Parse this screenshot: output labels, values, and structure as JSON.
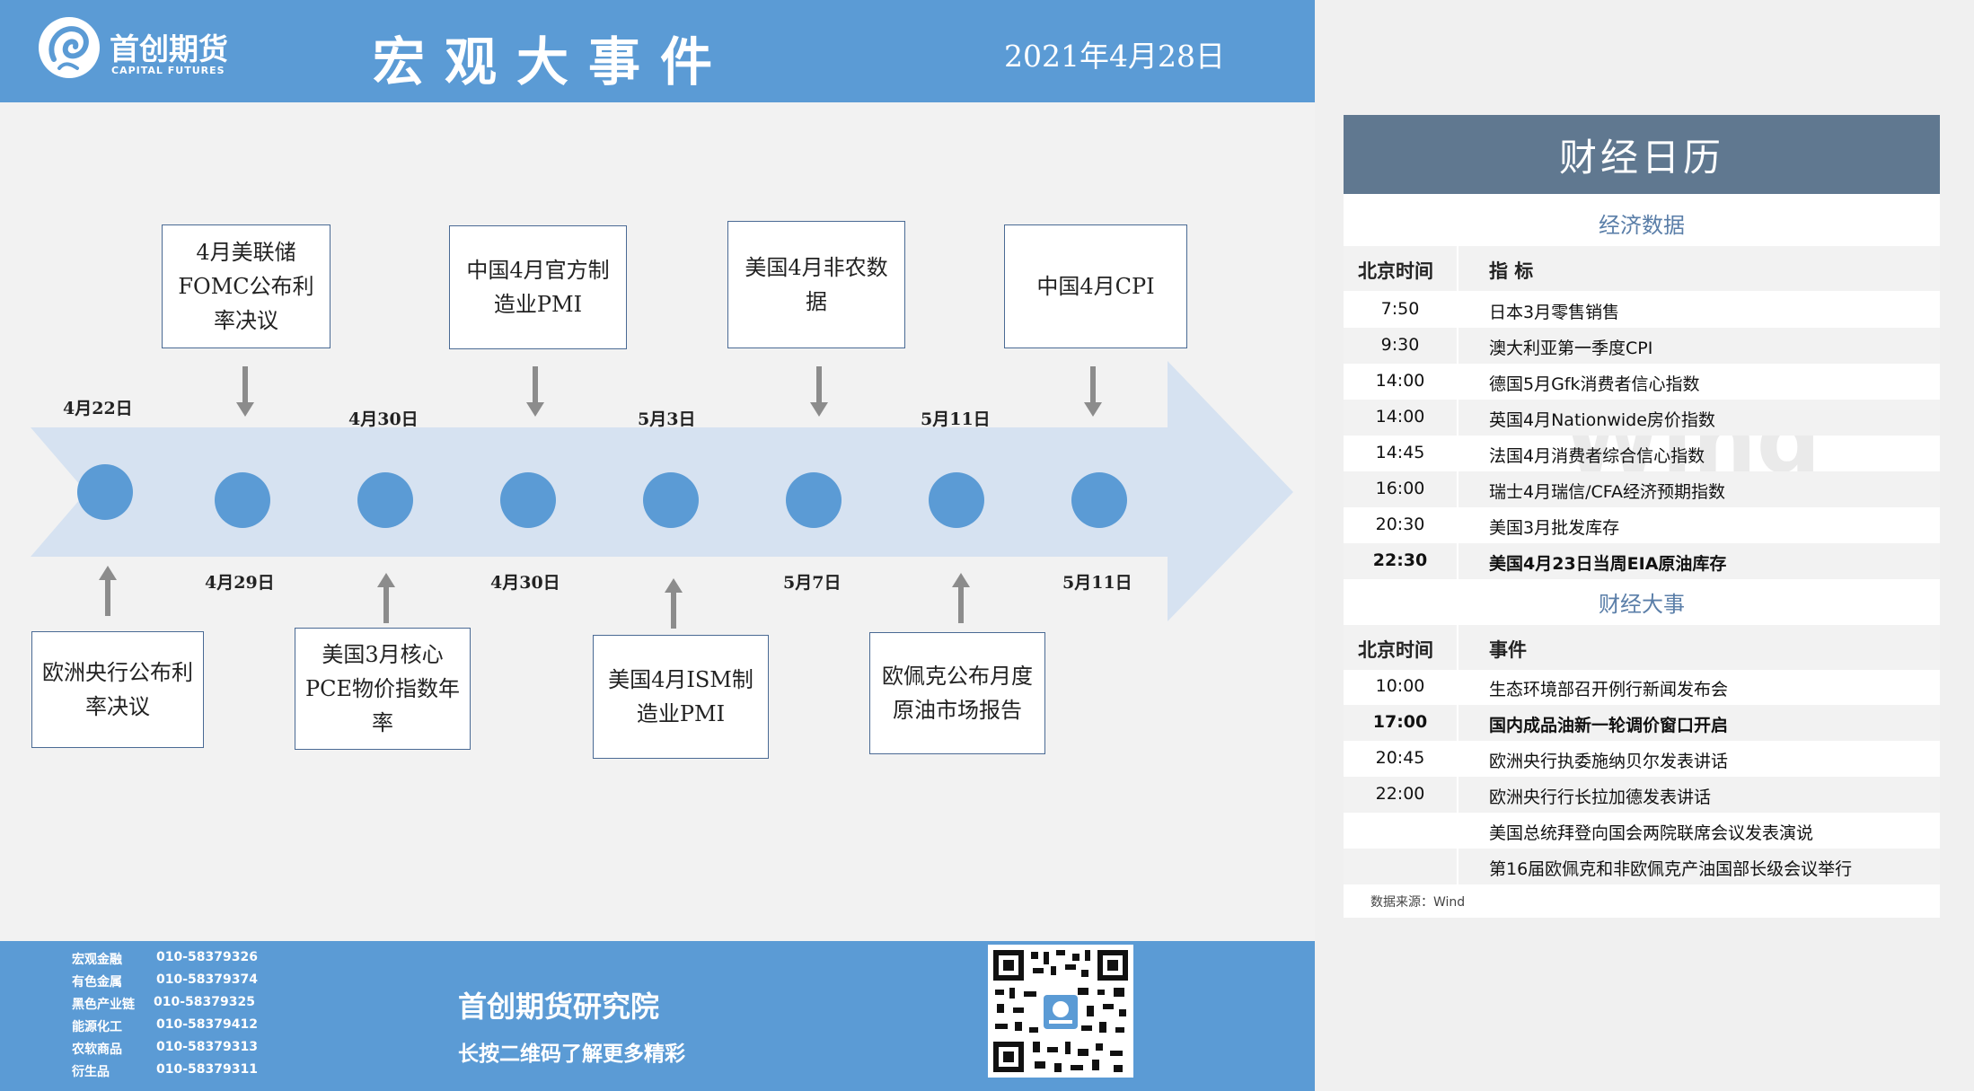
{
  "header": {
    "brand_name": "首创期货",
    "brand_en": "CAPITAL FUTURES",
    "title": "宏观大事件",
    "date": "2021年4月28日"
  },
  "timeline": {
    "top_events": [
      {
        "label": "4月美联储FOMC公布利率决议",
        "date": "4月29日"
      },
      {
        "label": "中国4月官方制造业PMI",
        "date": "4月30日"
      },
      {
        "label": "美国4月非农数据",
        "date": "5月7日"
      },
      {
        "label": "中国4月CPI",
        "date": "5月11日"
      }
    ],
    "bottom_events": [
      {
        "label": "欧洲央行公布利率决议",
        "date": "4月22日"
      },
      {
        "label": "美国3月核心PCE物价指数年率",
        "date": "4月30日"
      },
      {
        "label": "美国4月ISM制造业PMI",
        "date": "5月3日"
      },
      {
        "label": "欧佩克公布月度原油市场报告",
        "date": "5月11日"
      }
    ]
  },
  "footer": {
    "contacts": [
      {
        "name": "宏观金融",
        "phone": "010-58379326"
      },
      {
        "name": "有色金属",
        "phone": "010-58379374"
      },
      {
        "name": "黑色产业链",
        "phone": "010-58379325"
      },
      {
        "name": "能源化工",
        "phone": "010-58379412"
      },
      {
        "name": "农软商品",
        "phone": "010-58379313"
      },
      {
        "name": "衍生品",
        "phone": "010-58379311"
      }
    ],
    "institute": "首创期货研究院",
    "scan_tip": "长按二维码了解更多精彩"
  },
  "calendar": {
    "title": "财经日历",
    "economic": {
      "section_title": "经济数据",
      "col_time": "北京时间",
      "col_item": "指 标",
      "rows": [
        {
          "time": "7:50",
          "item": "日本3月零售销售"
        },
        {
          "time": "9:30",
          "item": "澳大利亚第一季度CPI"
        },
        {
          "time": "14:00",
          "item": "德国5月Gfk消费者信心指数"
        },
        {
          "time": "14:00",
          "item": "英国4月Nationwide房价指数"
        },
        {
          "time": "14:45",
          "item": "法国4月消费者综合信心指数"
        },
        {
          "time": "16:00",
          "item": "瑞士4月瑞信/CFA经济预期指数"
        },
        {
          "time": "20:30",
          "item": "美国3月批发库存"
        },
        {
          "time": "22:30",
          "item": "美国4月23日当周EIA原油库存"
        }
      ]
    },
    "events": {
      "section_title": "财经大事",
      "col_time": "北京时间",
      "col_item": "事件",
      "rows": [
        {
          "time": "10:00",
          "item": "生态环境部召开例行新闻发布会"
        },
        {
          "time": "17:00",
          "item": "国内成品油新一轮调价窗口开启"
        },
        {
          "time": "20:45",
          "item": "欧洲央行执委施纳贝尔发表讲话"
        },
        {
          "time": "22:00",
          "item": "欧洲央行行长拉加德发表讲话"
        },
        {
          "time": "",
          "item": "美国总统拜登向国会两院联席会议发表演说"
        },
        {
          "time": "",
          "item": "第16届欧佩克和非欧佩克产油国部长级会议举行"
        }
      ]
    },
    "source": "数据来源：Wind",
    "watermark": "Wind"
  },
  "colors": {
    "accent": "#5b9bd5",
    "calendar_header": "#607890",
    "arrow": "#d6e2f1"
  }
}
